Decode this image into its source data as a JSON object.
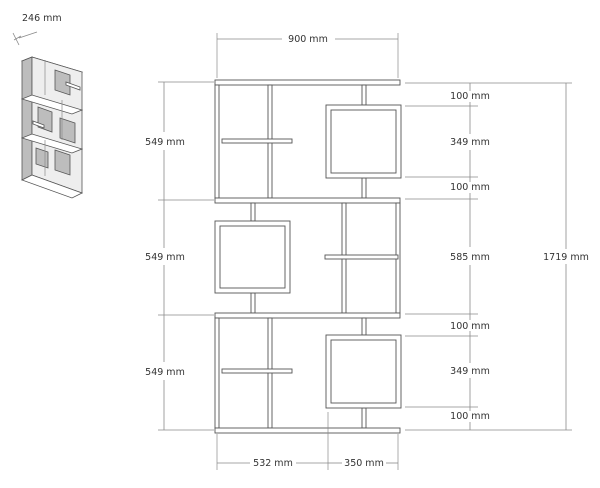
{
  "depth_label": "246 mm",
  "width_label": "900 mm",
  "section_heights": [
    "549 mm",
    "549 mm",
    "549 mm"
  ],
  "right_dims": [
    "100 mm",
    "349 mm",
    "100 mm",
    "585 mm",
    "100 mm",
    "349 mm",
    "100 mm"
  ],
  "total_height_label": "1719 mm",
  "bottom_dims": [
    "532 mm",
    "350 mm"
  ],
  "colors": {
    "line": "#555555",
    "dim": "#8a8a8a",
    "text": "#333333"
  }
}
